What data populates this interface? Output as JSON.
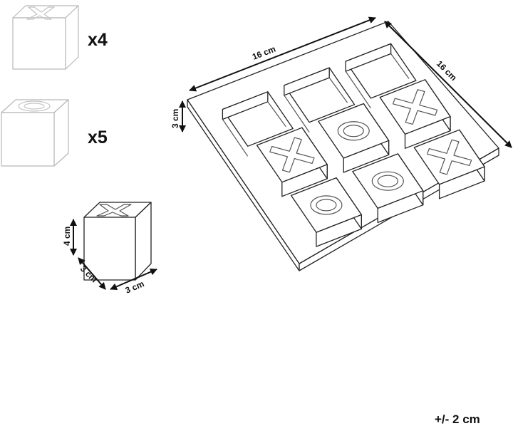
{
  "pieces": {
    "x_count": "x4",
    "o_count": "x5"
  },
  "dimensions": {
    "board_width": "16 cm",
    "board_depth": "16 cm",
    "board_height": "3 cm",
    "piece_height": "4 cm",
    "piece_depth": "3 cm",
    "piece_width": "3 cm"
  },
  "tolerance": "+/- 2 cm",
  "board_layout": [
    [
      "empty",
      "x",
      "o"
    ],
    [
      "empty",
      "o",
      "o"
    ],
    [
      "empty",
      "x",
      "x"
    ]
  ]
}
